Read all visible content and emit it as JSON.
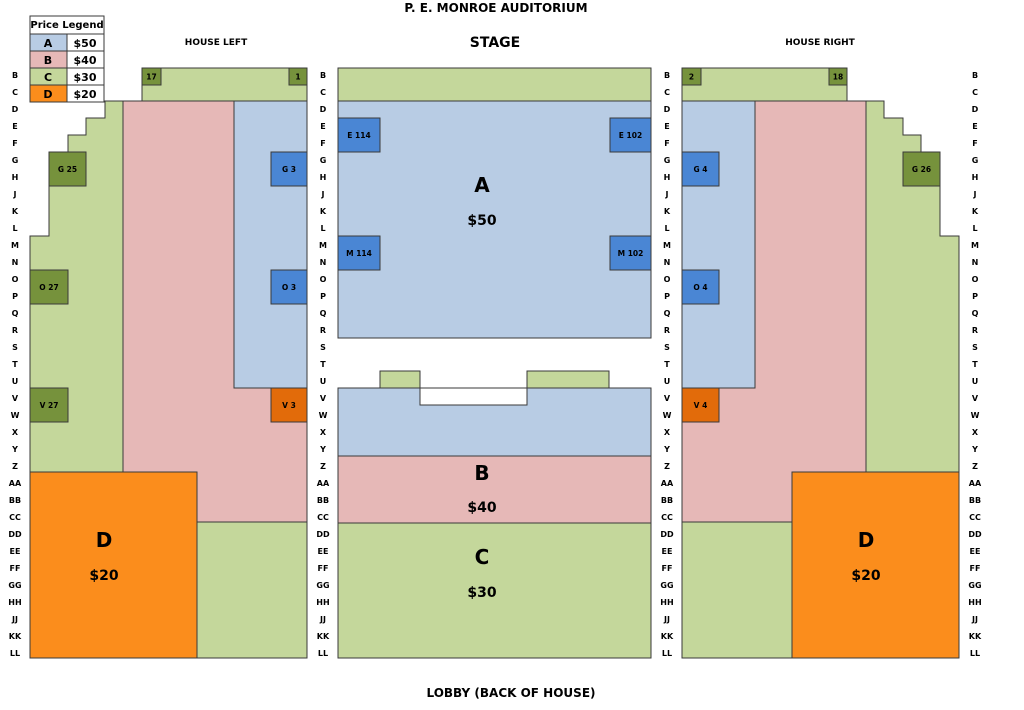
{
  "title": "P. E. MONROE AUDITORIUM",
  "stage": "STAGE",
  "house_left": "HOUSE LEFT",
  "house_right": "HOUSE RIGHT",
  "lobby": "LOBBY  (BACK OF HOUSE)",
  "legend": {
    "title": "Price Legend",
    "items": [
      {
        "code": "A",
        "price": "$50",
        "color": "#b8cce4"
      },
      {
        "code": "B",
        "price": "$40",
        "color": "#e6b8b7"
      },
      {
        "code": "C",
        "price": "$30",
        "color": "#c4d79b"
      },
      {
        "code": "D",
        "price": "$20",
        "color": "#fb8d1c"
      }
    ]
  },
  "colors": {
    "A": "#b8cce4",
    "B": "#e6b8b7",
    "C": "#c4d79b",
    "D": "#fb8d1c",
    "seat_A": "#4a86d4",
    "seat_C": "#76923c",
    "seat_D": "#e26b0a"
  },
  "rows": [
    "B",
    "C",
    "D",
    "E",
    "F",
    "G",
    "H",
    "J",
    "K",
    "L",
    "M",
    "N",
    "O",
    "P",
    "Q",
    "R",
    "S",
    "T",
    "U",
    "V",
    "W",
    "X",
    "Y",
    "Z",
    "AA",
    "BB",
    "CC",
    "DD",
    "EE",
    "FF",
    "GG",
    "HH",
    "JJ",
    "KK",
    "LL"
  ],
  "section_labels": [
    {
      "code": "A",
      "price": "$50",
      "area": "center"
    },
    {
      "code": "B",
      "price": "$40",
      "area": "center"
    },
    {
      "code": "C",
      "price": "$30",
      "area": "center"
    },
    {
      "code": "D",
      "price": "$20",
      "area": "left"
    },
    {
      "code": "D",
      "price": "$20",
      "area": "right"
    }
  ],
  "seats": [
    {
      "label": "17",
      "tier": "C"
    },
    {
      "label": "1",
      "tier": "C"
    },
    {
      "label": "2",
      "tier": "C"
    },
    {
      "label": "18",
      "tier": "C"
    },
    {
      "label": "G 25",
      "tier": "C"
    },
    {
      "label": "O 27",
      "tier": "C"
    },
    {
      "label": "V 27",
      "tier": "C"
    },
    {
      "label": "G 26",
      "tier": "C"
    },
    {
      "label": "G 3",
      "tier": "A"
    },
    {
      "label": "O 3",
      "tier": "A"
    },
    {
      "label": "V 3",
      "tier": "D"
    },
    {
      "label": "G 4",
      "tier": "A"
    },
    {
      "label": "O 4",
      "tier": "A"
    },
    {
      "label": "V 4",
      "tier": "D"
    },
    {
      "label": "E 114",
      "tier": "A"
    },
    {
      "label": "E 102",
      "tier": "A"
    },
    {
      "label": "M 114",
      "tier": "A"
    },
    {
      "label": "M 102",
      "tier": "A"
    }
  ]
}
